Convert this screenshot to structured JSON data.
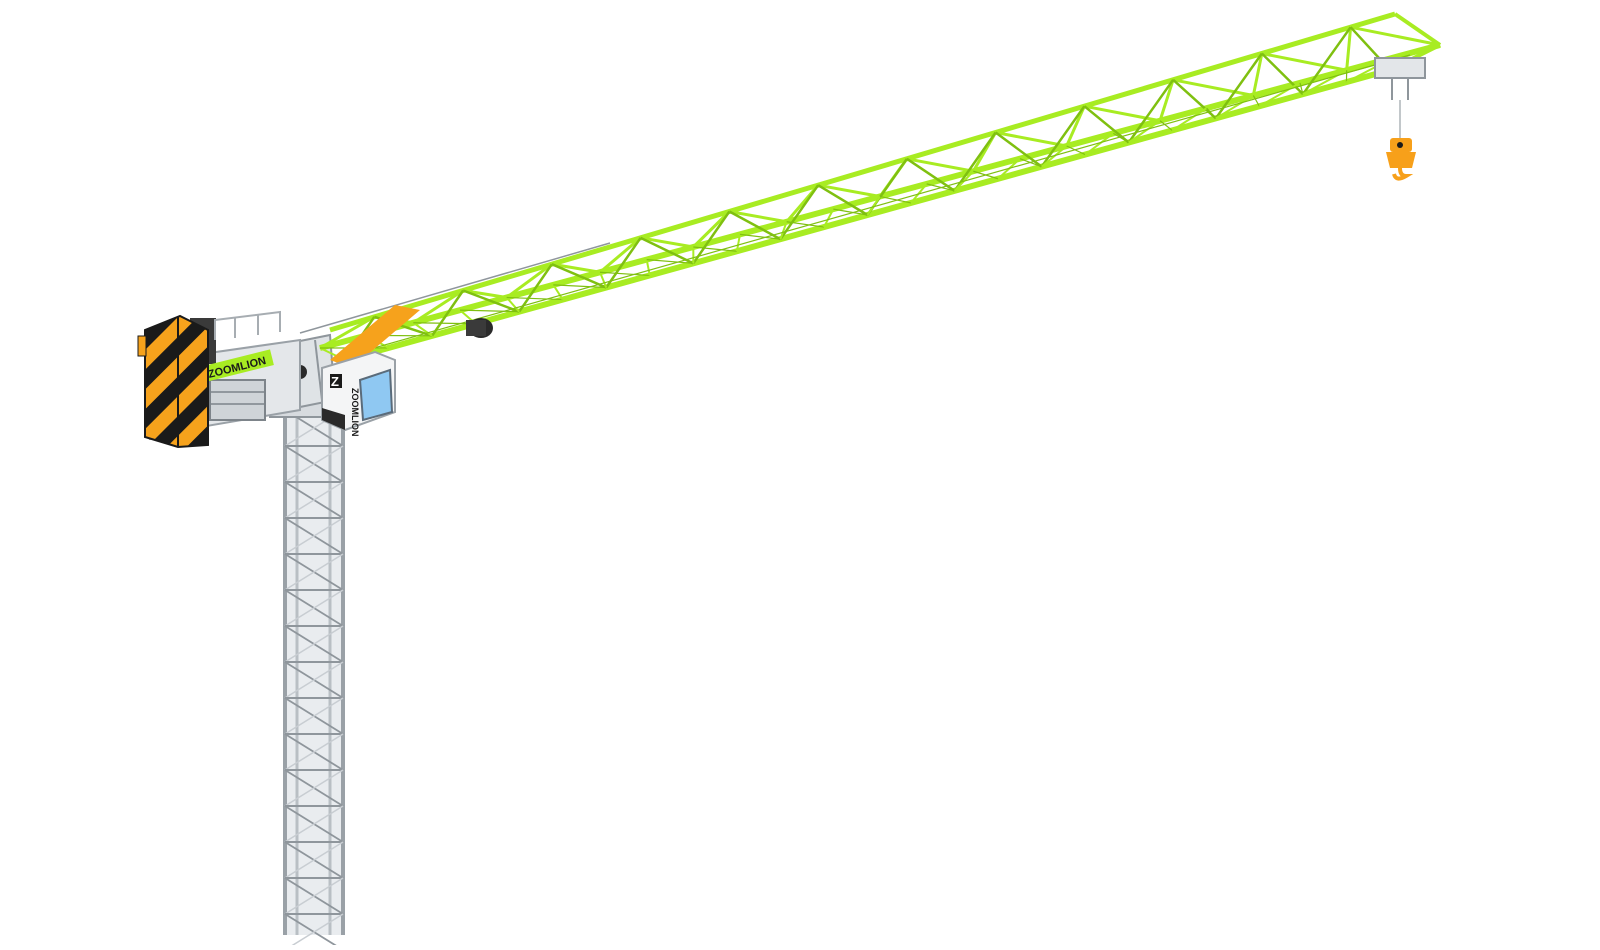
{
  "scene": {
    "subject": "tower-crane",
    "brand": {
      "counterjib_text": "ZOOMLION",
      "cab_text": "ZOOMLION",
      "cab_logo": "Z"
    },
    "colors": {
      "background": "#ffffff",
      "jib_green": "#a8ec22",
      "jib_green_dark": "#7fc010",
      "mast_grey": "#c8cdd2",
      "mast_grey_dark": "#8f969c",
      "hazard_orange": "#f6a21c",
      "hazard_black": "#1a1a1a",
      "hook_orange": "#f7a01a",
      "cab_white": "#f4f5f6",
      "cab_glass": "#8fc8f2",
      "machinery_dark": "#2a2a2a"
    }
  }
}
